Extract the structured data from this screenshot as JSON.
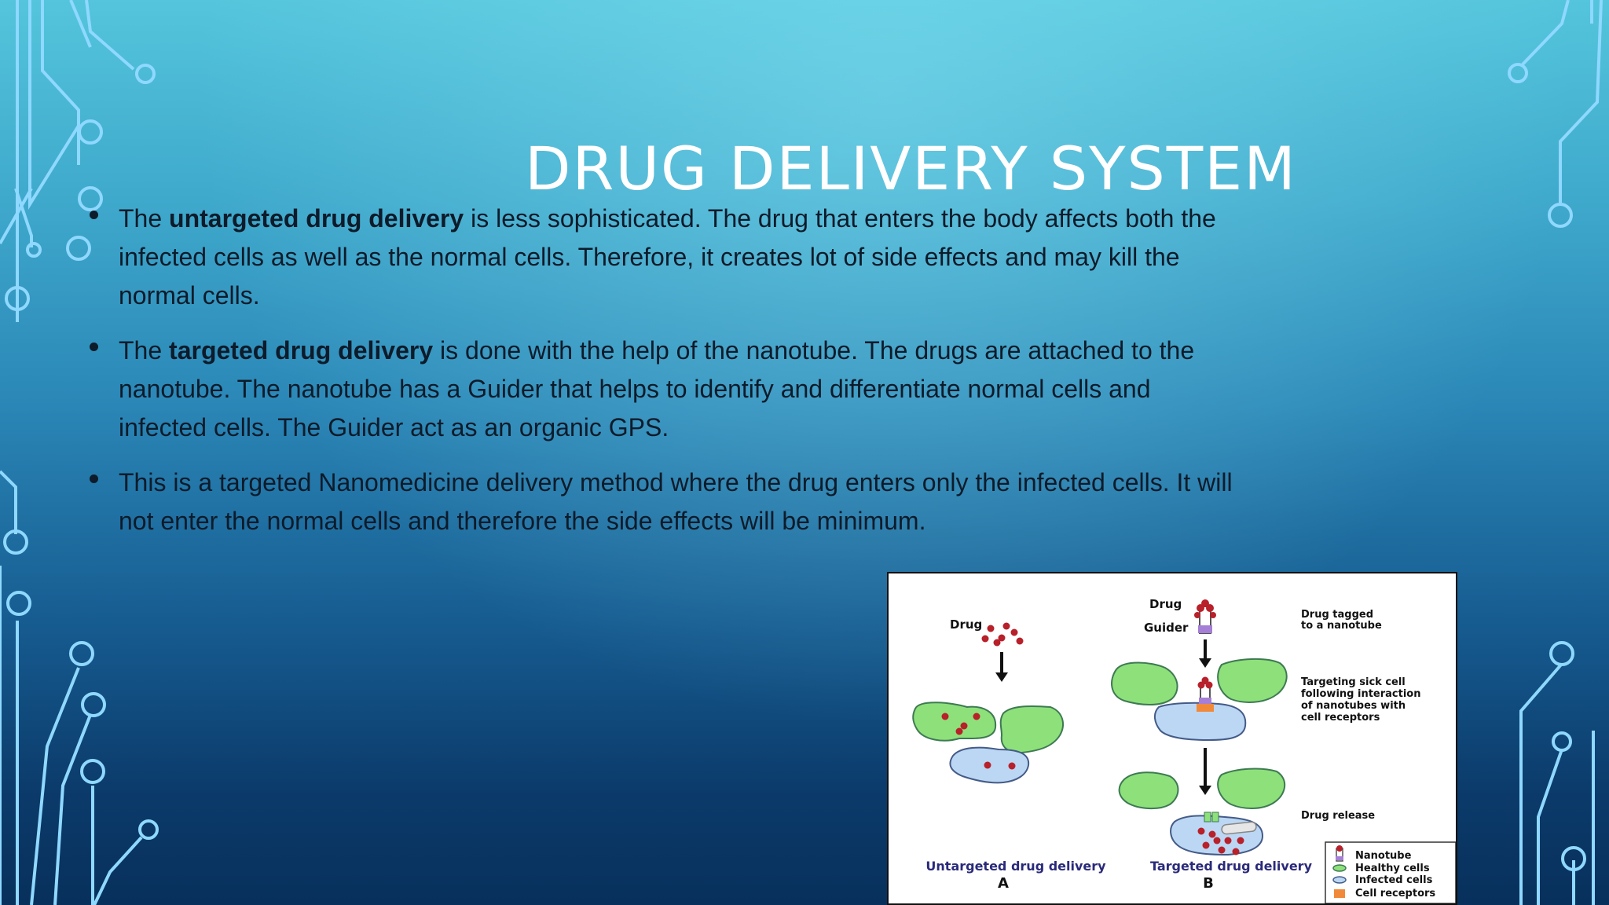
{
  "slide": {
    "title": "DRUG DELIVERY SYSTEM",
    "bullets": [
      {
        "before": "The ",
        "bold": "untargeted drug delivery",
        "after": " is less sophisticated. The drug that enters the body affects both the infected cells as well as the normal cells. Therefore, it creates lot of side effects and may kill the normal cells."
      },
      {
        "before": "The ",
        "bold": "targeted drug delivery",
        "after": " is done with the help of the nanotube. The drugs are attached to the nanotube. The nanotube has a Guider that helps to identify and differentiate normal cells and infected cells. The Guider act as an organic GPS."
      },
      {
        "before": "This is a targeted Nanomedicine delivery method where the drug enters only the infected cells. It will not enter the normal cells and therefore the side effects will be minimum.",
        "bold": "",
        "after": ""
      }
    ]
  },
  "diagram": {
    "panel_a": {
      "drug_label": "Drug",
      "caption": "Untargeted drug delivery",
      "letter": "A"
    },
    "panel_b": {
      "drug_label": "Drug",
      "guider_label": "Guider",
      "caption": "Targeted drug delivery",
      "letter": "B"
    },
    "annotations": {
      "tagged_line1": "Drug tagged",
      "tagged_line2": "to a nanotube",
      "targeting_line1": "Targeting sick cell",
      "targeting_line2": "following interaction",
      "targeting_line3": "of nanotubes with",
      "targeting_line4": "cell receptors",
      "release": "Drug release"
    },
    "legend": {
      "nanotube": "Nanotube",
      "healthy": "Healthy cells",
      "infected": "Infected cells",
      "receptors": "Cell receptors"
    },
    "colors": {
      "caption": "#2a2a7a",
      "healthy_cell": "#8ee07a",
      "infected_cell": "#bcd7f4",
      "drug": "#b8202a",
      "receptor": "#f08a3a",
      "guider": "#a57fd6"
    }
  }
}
